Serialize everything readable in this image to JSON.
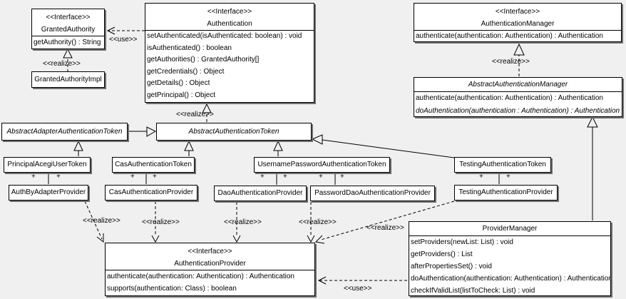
{
  "labels": {
    "interface_stereotype": "<<Interface>>",
    "use": "<<use>>",
    "realize": "<<realize>>",
    "plus": "+"
  },
  "colors": {
    "background": "#f0f0f0",
    "box_fill": "#ffffff",
    "line": "#000000",
    "shadow": "#6e6e6e"
  },
  "classes": {
    "granted_authority": {
      "stereotype": "<<Interface>>",
      "name": "GrantedAuthority",
      "methods": [
        "getAuthority() : String"
      ]
    },
    "granted_authority_impl": {
      "name": "GrantedAuthorityImpl"
    },
    "authentication": {
      "stereotype": "<<Interface>>",
      "name": "Authentication",
      "methods": [
        "setAuthenticated(isAuthenticated: boolean) : void",
        "isAuthenticated() : boolean",
        "getAuthorities() : GrantedAuthority[]",
        "getCredentials() : Object",
        "getDetails() : Object",
        "getPrincipal() : Object"
      ]
    },
    "authentication_manager": {
      "stereotype": "<<Interface>>",
      "name": "AuthenticationManager",
      "methods": [
        "authenticate(authentication: Authentication) : Authentication"
      ]
    },
    "abstract_authentication_manager": {
      "name": "AbstractAuthenticationManager",
      "methods": [
        "authenticate(authentication: Authentication) : Authentication",
        "doAuthentication(authentication : Authentication) : Authentication"
      ]
    },
    "abstract_adapter_authentication_token": {
      "name": "AbstractAdapterAuthenticationToken"
    },
    "abstract_authentication_token": {
      "name": "AbstractAuthenticationToken"
    },
    "principal_acegi_user_token": {
      "name": "PrincipalAcegiUserToken"
    },
    "cas_authentication_token": {
      "name": "CasAuthenticationToken"
    },
    "username_password_authentication_token": {
      "name": "UsernamePasswordAuthenticationToken"
    },
    "testing_authentication_token": {
      "name": "TestingAuthenticationToken"
    },
    "auth_by_adapter_provider": {
      "name": "AuthByAdapterProvider"
    },
    "cas_authentication_provider": {
      "name": "CasAuthenticationProvider"
    },
    "dao_authentication_provider": {
      "name": "DaoAuthenticationProvider"
    },
    "password_dao_authentication_provider": {
      "name": "PasswordDaoAuthenticationProvider"
    },
    "testing_authentication_provider": {
      "name": "TestingAuthenticationProvider"
    },
    "authentication_provider": {
      "stereotype": "<<Interface>>",
      "name": "AuthenticationProvider",
      "methods": [
        "authenticate(authentication: Authentication) : Authentication",
        "supports(authentication: Class) : boolean"
      ]
    },
    "provider_manager": {
      "name": "ProviderManager",
      "methods": [
        "setProviders(newList: List) : void",
        "getProviders() : List",
        "afterPropertiesSet() : void",
        "doAuthentication(authentication: Authentication) : Authentication",
        "checkIfValidList(listToCheck: List) : void"
      ]
    }
  }
}
